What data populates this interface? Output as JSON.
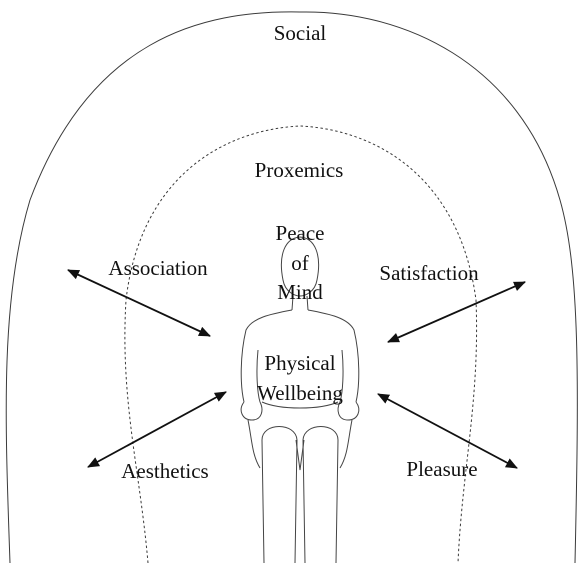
{
  "labels": {
    "social": "Social",
    "proxemics": "Proxemics",
    "peace_of_mind": [
      "Peace",
      "of",
      "Mind"
    ],
    "physical_wellbeing": [
      "Physical",
      "Wellbeing"
    ],
    "association": "Association",
    "satisfaction": "Satisfaction",
    "aesthetics": "Aesthetics",
    "pleasure": "Pleasure"
  }
}
